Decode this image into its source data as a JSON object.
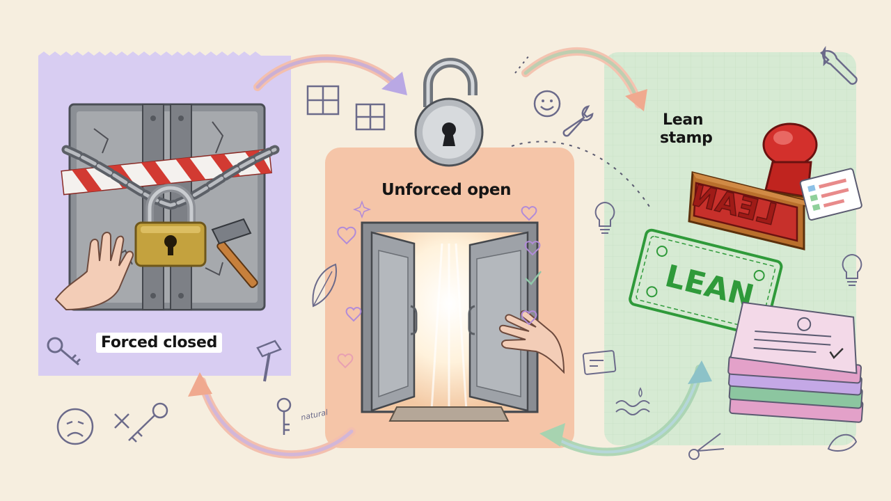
{
  "panels": {
    "left": {
      "label": "Forced closed",
      "color": "#d8cdf2"
    },
    "middle": {
      "label": "Unforced open",
      "color": "#f5c5a8"
    },
    "right": {
      "label_line1": "Lean",
      "label_line2": "stamp",
      "color": "#d6ead3"
    }
  },
  "stamp": {
    "stamp_text": "LEAN",
    "stamp_color": "#2f9a3a",
    "handle_color": "#d3302c"
  },
  "notes": {
    "natural": "natural"
  },
  "icons": [
    "padlock-icon",
    "open-padlock-icon",
    "hammer-icon",
    "key-icon",
    "wrench-icon",
    "lightbulb-icon",
    "heart-icon",
    "window-icon",
    "sad-face-icon",
    "smiley-icon",
    "feather-icon",
    "document-stack-icon"
  ]
}
